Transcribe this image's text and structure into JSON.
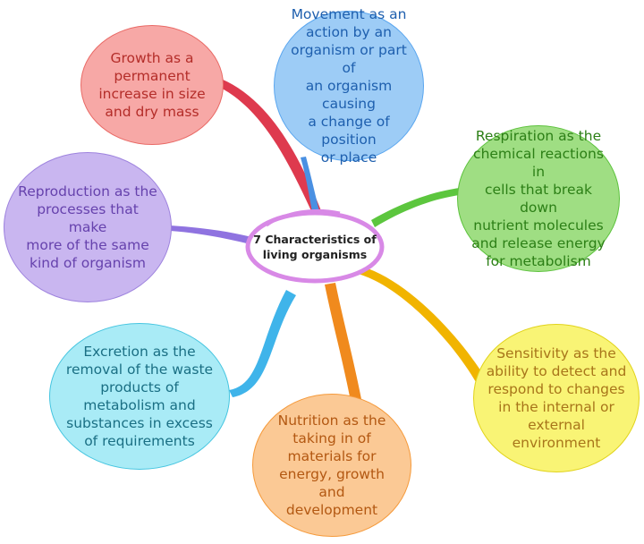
{
  "center": {
    "line1": "7 Characteristics of",
    "line2": "living organisms",
    "ring_color": "#d889e6"
  },
  "nodes": {
    "growth": {
      "lines": [
        "Growth as a",
        "permanent",
        "increase in size",
        "and dry mass"
      ],
      "fill": "#f7a8a6",
      "text_color": "#b42d29",
      "branch_color": "#de3a4e"
    },
    "movement": {
      "lines": [
        "Movement as an",
        "action by an",
        "organism or part of",
        "an organism causing",
        "a change of position",
        "or place"
      ],
      "fill": "#9dccf6",
      "text_color": "#1e5fae",
      "branch_color": "#4a90e2"
    },
    "respiration": {
      "lines": [
        "Respiration as the",
        "chemical reactions in",
        "cells that break down",
        "nutrient molecules",
        "and release energy",
        "for metabolism"
      ],
      "fill": "#9fde83",
      "text_color": "#2c7f16",
      "branch_color": "#5cc63e"
    },
    "reproduction": {
      "lines": [
        "Reproduction as the",
        "processes that make",
        "more of the same",
        "kind of organism"
      ],
      "fill": "#c9b6f0",
      "text_color": "#6642ad",
      "branch_color": "#8f73e0"
    },
    "excretion": {
      "lines": [
        "Excretion as the",
        "removal of the waste",
        "products of",
        "metabolism and",
        "substances in excess",
        "of requirements"
      ],
      "fill": "#a9ebf6",
      "text_color": "#1a6f84",
      "branch_color": "#3fb4ea"
    },
    "nutrition": {
      "lines": [
        "Nutrition as the",
        "taking in of",
        "materials for",
        "energy, growth and",
        "development"
      ],
      "fill": "#fbc995",
      "text_color": "#b35812",
      "branch_color": "#f08a1d"
    },
    "sensitivity": {
      "lines": [
        "Sensitivity as the",
        "ability to detect and",
        "respond to changes",
        "in the internal or",
        "external",
        "environment"
      ],
      "fill": "#f9f475",
      "text_color": "#a8751a",
      "branch_color": "#f1b400"
    }
  }
}
